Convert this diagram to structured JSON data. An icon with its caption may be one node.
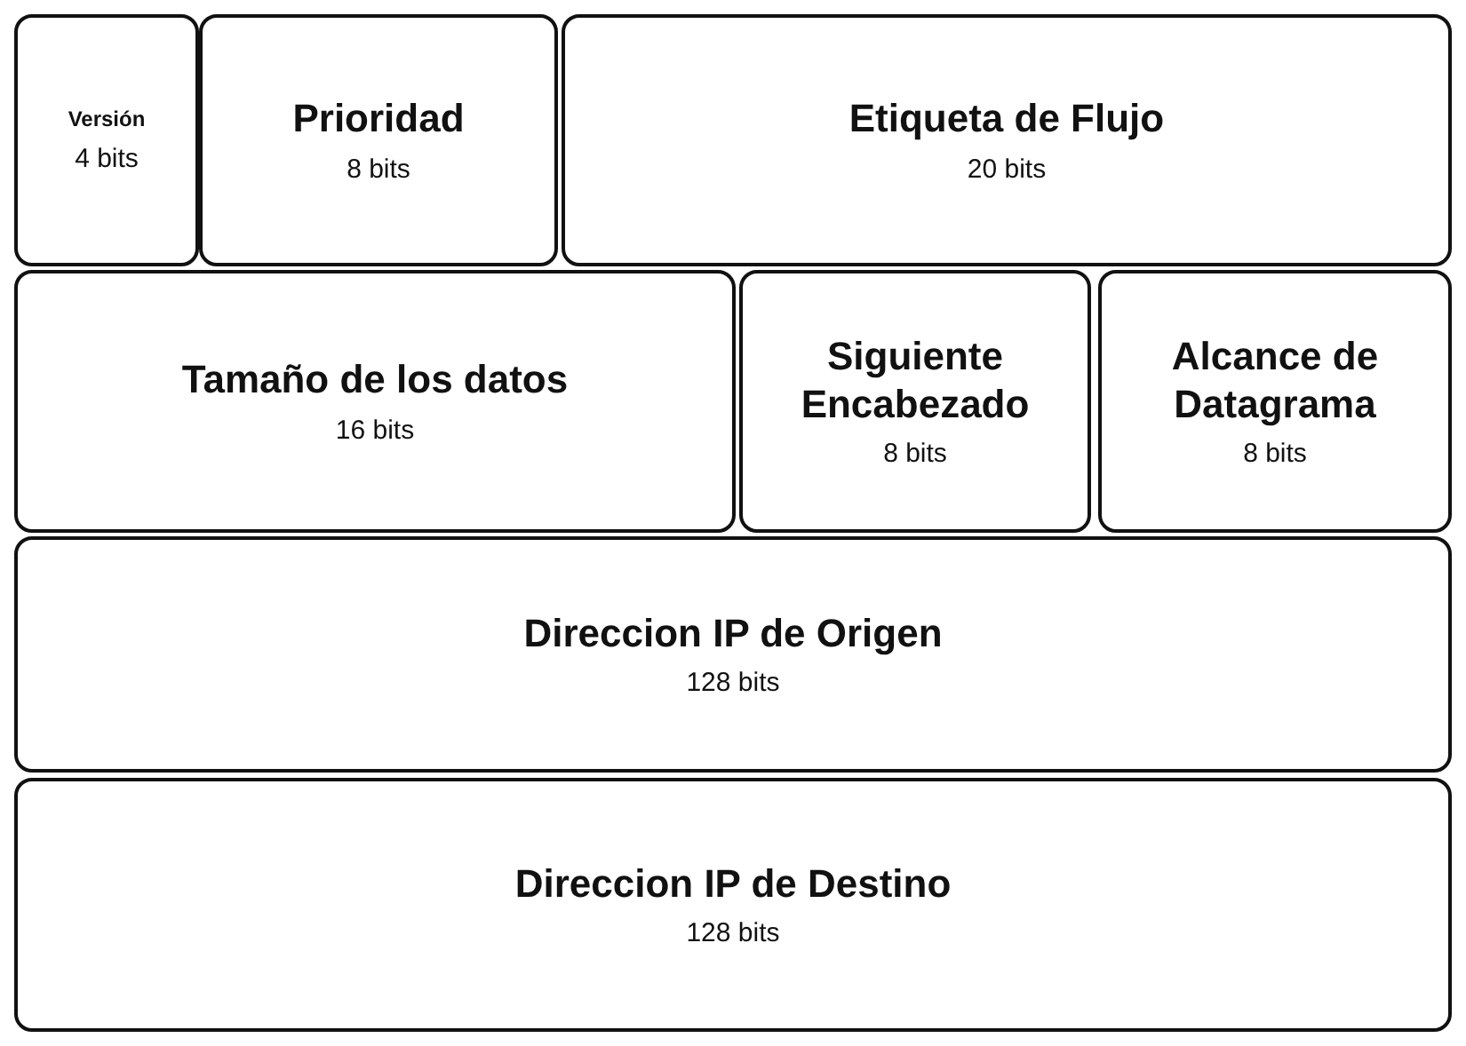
{
  "diagram": {
    "nodes": [
      {
        "text": [
          "Versión",
          "4 bits"
        ]
      },
      {
        "text": [
          "Prioridad",
          "8 bits"
        ]
      },
      {
        "text": [
          "Etiqueta de Flujo",
          "20 bits"
        ]
      },
      {
        "text": [
          "Tamaño de los datos",
          "16 bits"
        ]
      },
      {
        "text": [
          "Siguiente Encabezado",
          "8 bits"
        ]
      },
      {
        "text": [
          "Alcance de Datagrama",
          "8 bits"
        ]
      },
      {
        "text": [
          "Direccion IP de Origen",
          "128 bits"
        ]
      },
      {
        "text": [
          "Direccion IP de Destino",
          "128 bits"
        ]
      }
    ]
  }
}
